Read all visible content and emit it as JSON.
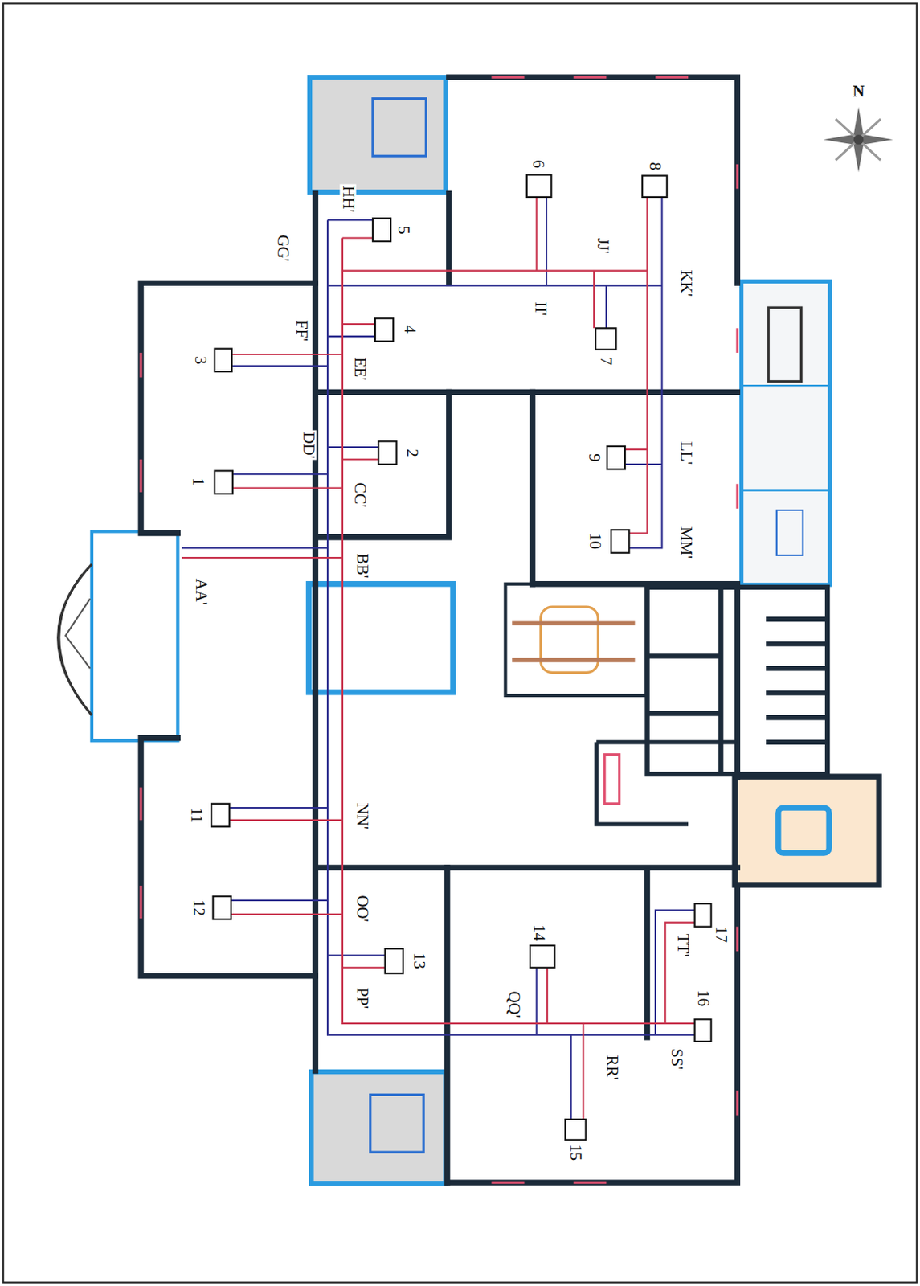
{
  "diagram": {
    "labels": [
      "N",
      "HH'",
      "GG'",
      "5",
      "6",
      "8",
      "JJ'",
      "KK'",
      "FF'",
      "4",
      "II'",
      "7",
      "3",
      "EE'",
      "DD'",
      "2",
      "9",
      "LL'",
      "1",
      "CC'",
      "10",
      "MM'",
      "AA'",
      "BB'",
      "11",
      "NN'",
      "12",
      "OO'",
      "17",
      "TT'",
      "13",
      "14",
      "16",
      "PP'",
      "QQ'",
      "RR'",
      "SS'",
      "15"
    ]
  }
}
